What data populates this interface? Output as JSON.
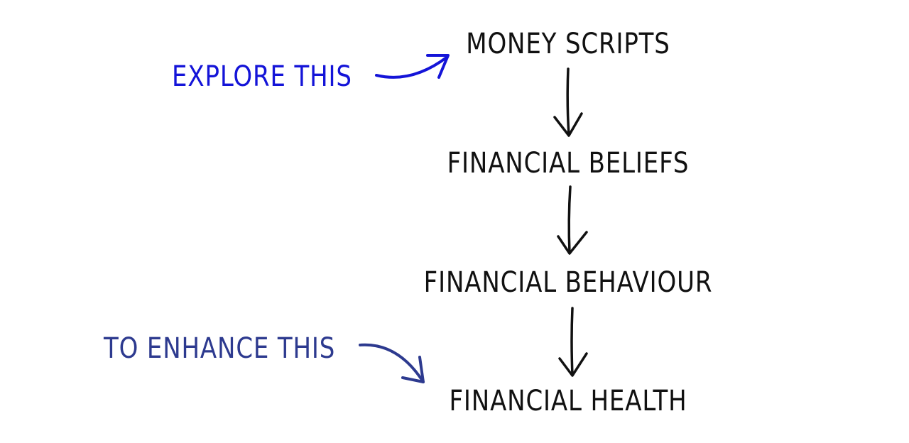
{
  "nodes": [
    "MONEY SCRIPTS",
    "FINANCIAL BELIEFS",
    "FINANCIAL BEHAVIOUR",
    "FINANCIAL HEALTH"
  ],
  "annotations": {
    "explore": {
      "text": "EXPLORE THIS",
      "color": "#1414d8"
    },
    "enhance": {
      "text": "TO ENHANCE THIS",
      "color": "#2d3a8f"
    }
  },
  "colors": {
    "ink": "#111111"
  }
}
